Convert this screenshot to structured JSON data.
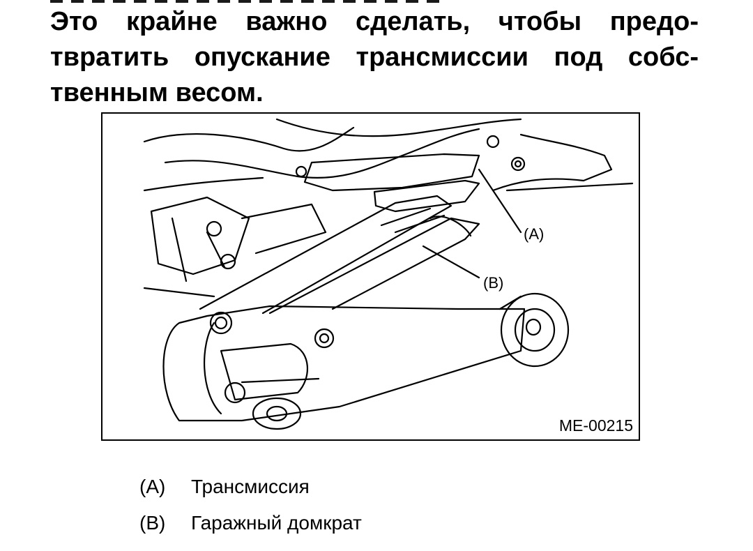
{
  "heading": {
    "lines": [
      "Это крайне важно сделать, чтобы предо-",
      "твратить опускание трансмиссии под собс-",
      "твенным весом."
    ]
  },
  "figure": {
    "code": "ME-00215",
    "callouts": [
      {
        "key": "(A)"
      },
      {
        "key": "(B)"
      }
    ]
  },
  "legend": [
    {
      "key": "(A)",
      "text": "Трансмиссия"
    },
    {
      "key": "(B)",
      "text": "Гаражный домкрат"
    }
  ]
}
